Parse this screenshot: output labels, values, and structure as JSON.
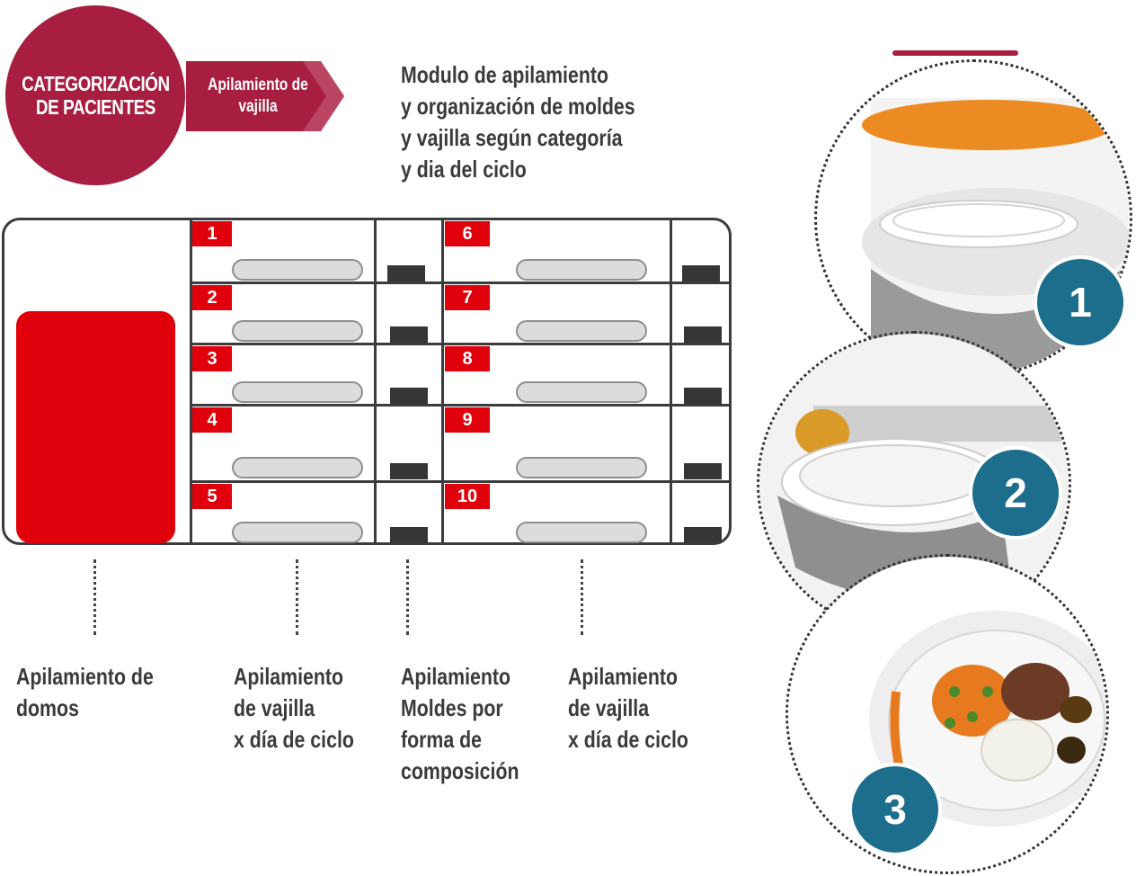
{
  "header": {
    "badge_text": "CATEGORIZACIÓN\nDE PACIENTES",
    "tag_text": "Apilamiento de\nvajilla",
    "intro_text": "Modulo de apilamiento\ny organización de moldes\ny vajilla según categoría\ny dia del ciclo"
  },
  "shelf": {
    "left_numbers": [
      "1",
      "2",
      "3",
      "4",
      "5"
    ],
    "right_numbers": [
      "6",
      "7",
      "8",
      "9",
      "10"
    ]
  },
  "labels": {
    "domos": "Apilamiento de\ndomos",
    "vajilla_left": "Apilamiento\nde vajilla\nx día de ciclo",
    "moldes": "Apilamiento\nMoldes por\nforma de\ncomposición",
    "vajilla_right": "Apilamiento\nde vajilla\nx día de ciclo"
  },
  "photos": {
    "numbers": [
      "1",
      "2",
      "3"
    ]
  },
  "colors": {
    "brand_red": "#a71e41",
    "accent_red": "#e0000b",
    "badge_blue": "#1c6e8c",
    "dark": "#3c3c3c"
  },
  "icons": [
    "covered-tray-photo",
    "stacked-plates-photo",
    "served-meal-photo"
  ]
}
